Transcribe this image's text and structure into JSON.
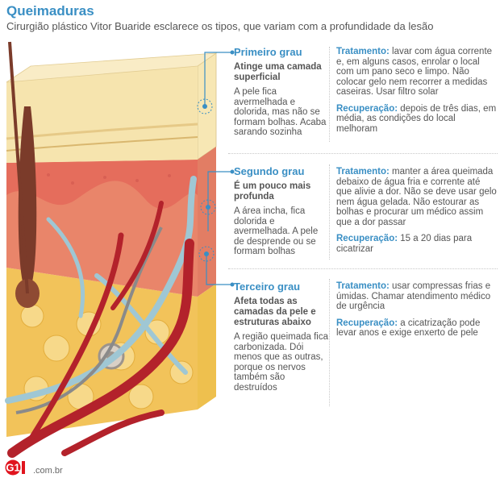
{
  "header": {
    "title": "Queimaduras",
    "subtitle": "Cirurgião plástico Vitor Buaride esclarece os tipos, que variam com a profundidade da lesão"
  },
  "grades": [
    {
      "title": "Primeiro grau",
      "lead": "Atinge uma camada superficial",
      "desc": "A pele fica avermelhada e dolorida, mas não se formam bolhas. Acaba sarando sozinha",
      "treatment_label": "Tratamento:",
      "treatment": "lavar com água corrente e, em alguns casos, enrolar o local com um pano seco e limpo. Não colocar gelo nem recorrer a medidas caseiras. Usar filtro solar",
      "recovery_label": "Recuperação:",
      "recovery": "depois de três dias, em média, as condições do local melhoram"
    },
    {
      "title": "Segundo grau",
      "lead": "É um pouco mais profunda",
      "desc": "A área incha, fica dolorida e avermelhada. A pele de desprende ou se formam bolhas",
      "treatment_label": "Tratamento:",
      "treatment": "manter a área queimada debaixo de água fria e corrente até que alivie a dor. Não se deve usar gelo nem água gelada. Não estourar as bolhas e procurar um médico assim que a dor passar",
      "recovery_label": "Recuperação:",
      "recovery": "15 a 20 dias para cicatrizar"
    },
    {
      "title": "Terceiro grau",
      "lead": "Afeta todas as camadas da pele e estruturas abaixo",
      "desc": "A região queimada fica carbonizada. Dói menos que as outras, porque os nervos também são destruídos",
      "treatment_label": "Tratamento:",
      "treatment": "usar compressas frias e úmidas. Chamar atendimento médico de urgência",
      "recovery_label": "Recuperação:",
      "recovery": "a cicatrização pode levar anos e exige enxerto de pele"
    }
  ],
  "footer": {
    "logo_text": "G1",
    "domain": ".com.br"
  },
  "colors": {
    "accent": "#3a8fc4",
    "epidermis": "#f3dfa6",
    "dermis": "#e9856a",
    "subcutaneous": "#f2c35a",
    "artery": "#b3222b",
    "vein": "#9fc7d4",
    "logo": "#e0141e"
  },
  "icons": [
    "skin-cross-section-illustration",
    "g1-logo"
  ]
}
